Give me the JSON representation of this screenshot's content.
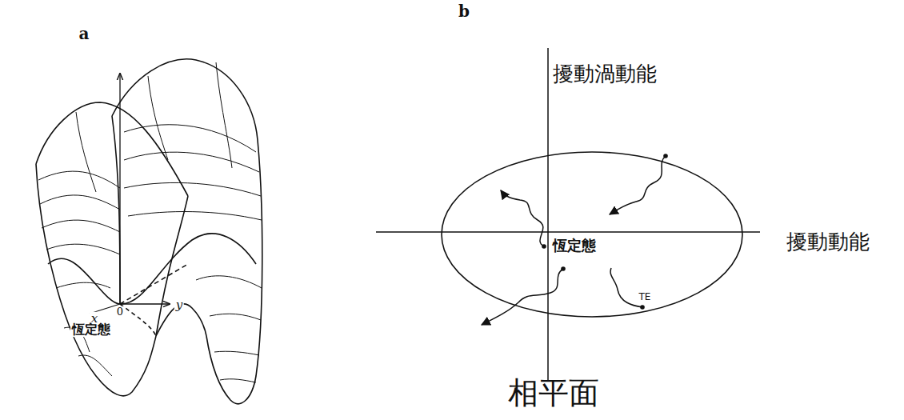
{
  "diagram": {
    "nodes": [
      {
        "text": [
          "恆定態",
          "TE"
        ]
      }
    ],
    "labels": [
      "a",
      "b",
      "y",
      "x",
      "0",
      "恆定態",
      "擾動渦動能",
      "擾動動能",
      "相平面"
    ]
  }
}
